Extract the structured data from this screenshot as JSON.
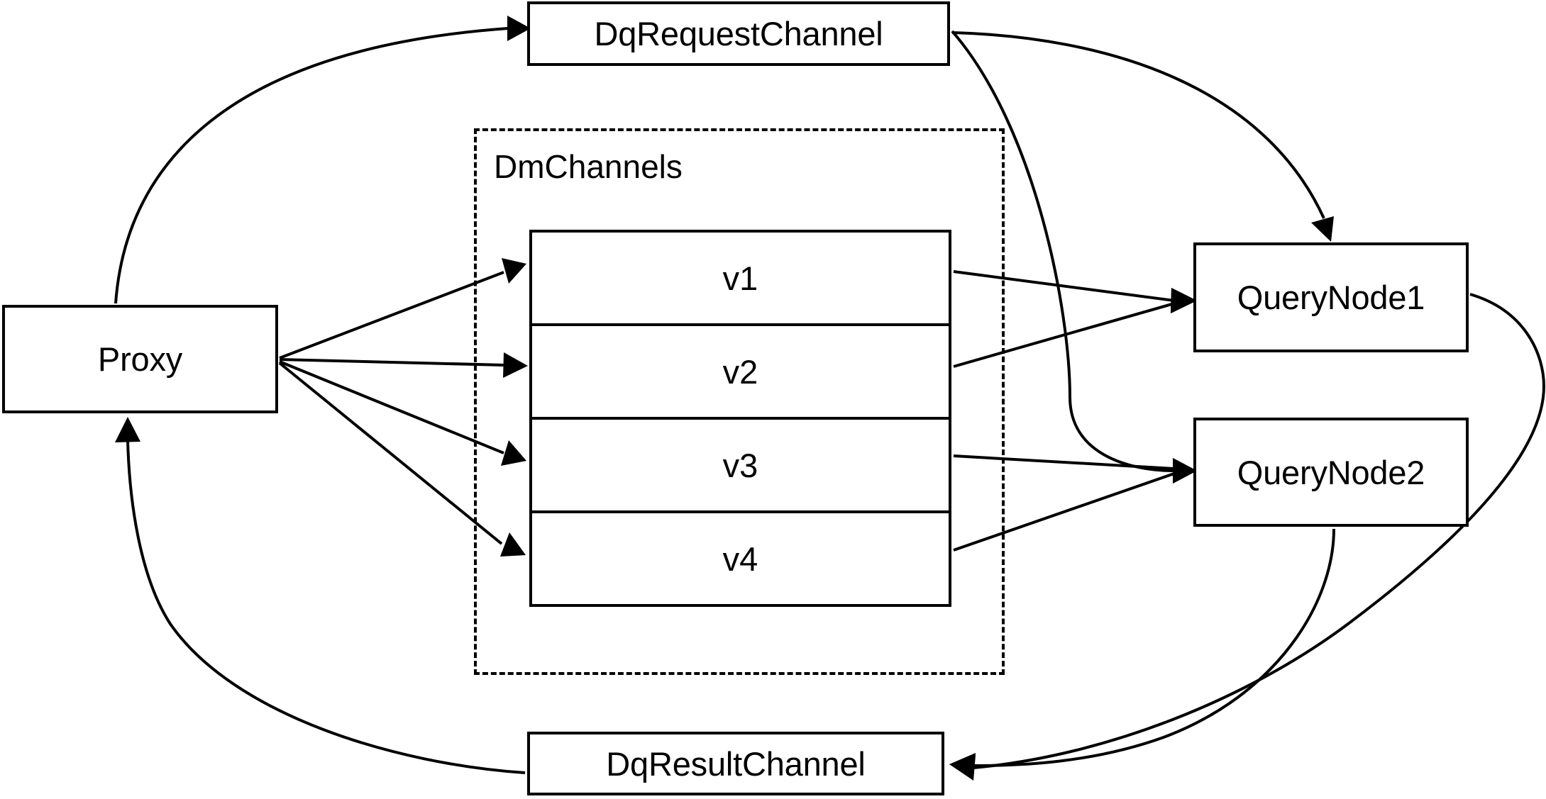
{
  "diagram": {
    "type": "flow-diagram",
    "background_color": "#ffffff",
    "line_color": "#000000",
    "nodes": {
      "proxy": {
        "label": "Proxy"
      },
      "dq_request_channel": {
        "label": "DqRequestChannel"
      },
      "dq_result_channel": {
        "label": "DqResultChannel"
      },
      "query_node_1": {
        "label": "QueryNode1"
      },
      "query_node_2": {
        "label": "QueryNode2"
      }
    },
    "group": {
      "label": "DmChannels",
      "style": "dashed"
    },
    "channel_table": {
      "rows": [
        {
          "label": "v1"
        },
        {
          "label": "v2"
        },
        {
          "label": "v3"
        },
        {
          "label": "v4"
        }
      ]
    },
    "edges": [
      {
        "from": "Proxy",
        "to": "DqRequestChannel",
        "arrow": "true"
      },
      {
        "from": "Proxy",
        "to": "v1",
        "arrow": "true"
      },
      {
        "from": "Proxy",
        "to": "v2",
        "arrow": "true"
      },
      {
        "from": "Proxy",
        "to": "v3",
        "arrow": "true"
      },
      {
        "from": "Proxy",
        "to": "v4",
        "arrow": "true"
      },
      {
        "from": "DqRequestChannel",
        "to": "QueryNode1",
        "arrow": "true"
      },
      {
        "from": "DqRequestChannel",
        "to": "QueryNode2",
        "arrow": "true"
      },
      {
        "from": "v1",
        "to": "QueryNode1",
        "arrow": "true"
      },
      {
        "from": "v2",
        "to": "QueryNode1",
        "arrow": "true"
      },
      {
        "from": "v3",
        "to": "QueryNode2",
        "arrow": "true"
      },
      {
        "from": "v4",
        "to": "QueryNode2",
        "arrow": "true"
      },
      {
        "from": "QueryNode1",
        "to": "DqResultChannel",
        "arrow": "true"
      },
      {
        "from": "QueryNode2",
        "to": "DqResultChannel",
        "arrow": "true"
      },
      {
        "from": "DqResultChannel",
        "to": "Proxy",
        "arrow": "true"
      }
    ]
  }
}
